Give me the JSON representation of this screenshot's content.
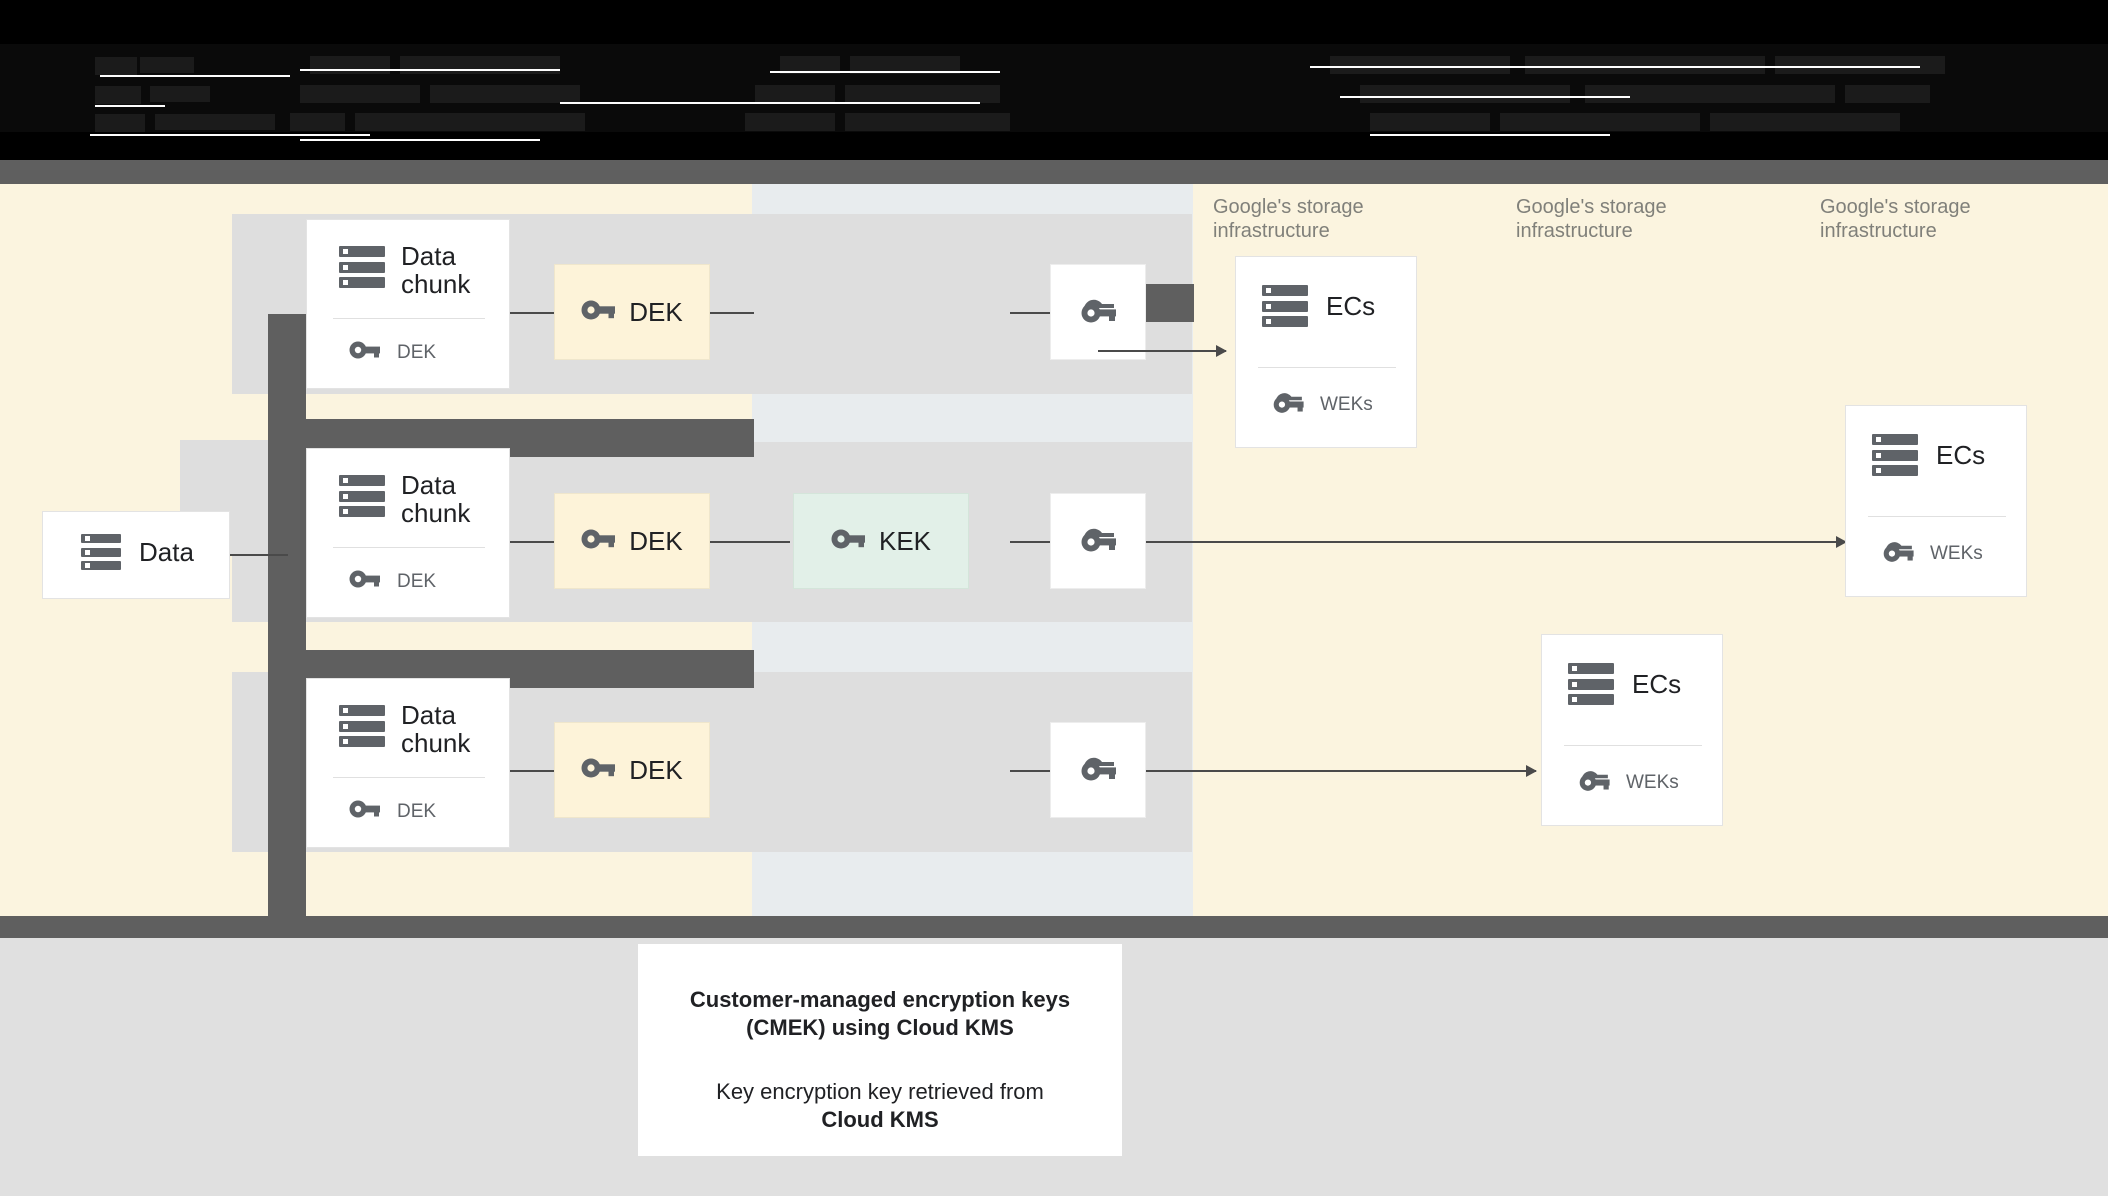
{
  "header": {
    "obscured": true,
    "note": "Header text is rendered dark-on-black and is illegible in the screenshot",
    "columns": [
      {
        "lines": [
          "",
          "",
          ""
        ]
      },
      {
        "lines": [
          "",
          "",
          ""
        ]
      },
      {
        "lines": [
          "",
          "",
          ""
        ]
      }
    ]
  },
  "diagram": {
    "source": {
      "icon": "server-icon",
      "label": "Data"
    },
    "chunks": [
      {
        "icon": "server-icon",
        "title": "Data chunk",
        "key_icon": "key-icon",
        "key_label": "DEK"
      },
      {
        "icon": "server-icon",
        "title": "Data chunk",
        "key_icon": "key-icon",
        "key_label": "DEK"
      },
      {
        "icon": "server-icon",
        "title": "Data chunk",
        "key_icon": "key-icon",
        "key_label": "DEK"
      }
    ],
    "deks": [
      {
        "icon": "key-icon",
        "label": "DEK"
      },
      {
        "icon": "key-icon",
        "label": "DEK"
      },
      {
        "icon": "key-icon",
        "label": "DEK"
      }
    ],
    "kek": {
      "icon": "key-icon",
      "label": "KEK"
    },
    "wrapped_keys": [
      {
        "icon": "wrapped-key-icon"
      },
      {
        "icon": "wrapped-key-icon"
      },
      {
        "icon": "wrapped-key-icon"
      }
    ],
    "infra_labels": [
      "Google's storage infrastructure",
      "Google's storage infrastructure",
      "Google's storage infrastructure"
    ],
    "storage_cards": [
      {
        "icon": "server-icon",
        "title": "ECs",
        "key_icon": "wrapped-key-icon",
        "key_label": "WEKs"
      },
      {
        "icon": "server-icon",
        "title": "ECs",
        "key_icon": "wrapped-key-icon",
        "key_label": "WEKs"
      },
      {
        "icon": "server-icon",
        "title": "ECs",
        "key_icon": "wrapped-key-icon",
        "key_label": "WEKs"
      }
    ]
  },
  "caption": {
    "title_line1": "Customer-managed encryption keys",
    "title_line2": "(CMEK) using Cloud KMS",
    "body_line1": "Key encryption key retrieved from",
    "body_line2": "Cloud KMS"
  },
  "colors": {
    "canvas": "#fbf4df",
    "center_band": "#e8ecee",
    "gray_band": "#dedede",
    "dark_bar": "#5f5f5f",
    "dek_fill": "#fdf3d9",
    "kek_fill": "#e2f0e8",
    "text": "#202124",
    "muted_text": "#5f6368",
    "infra_text": "#80807a"
  }
}
